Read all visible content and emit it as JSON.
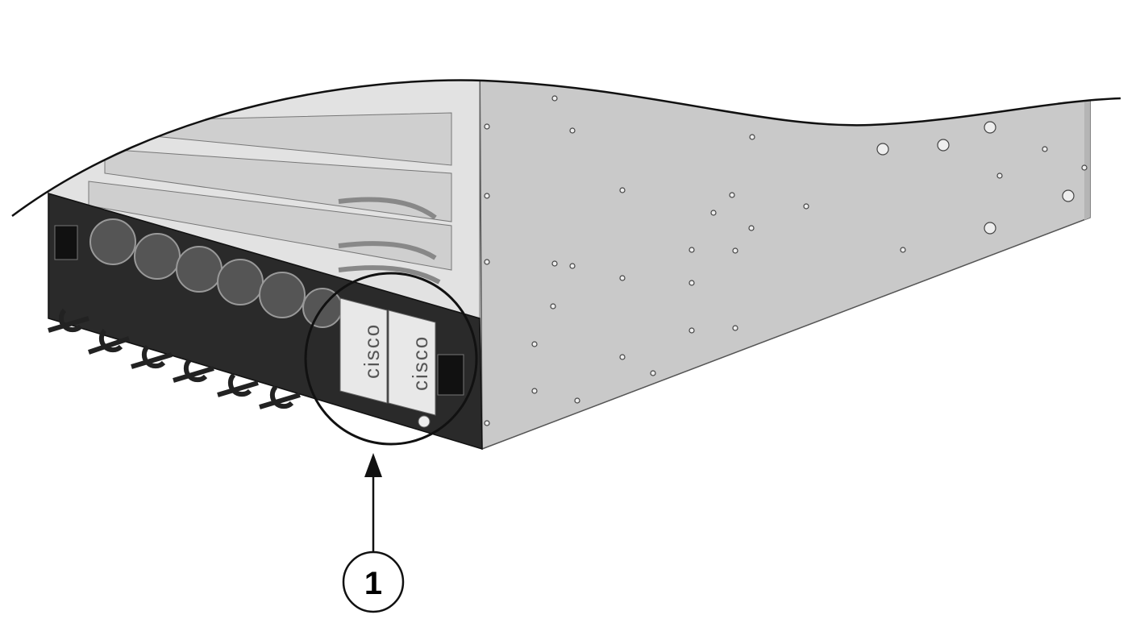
{
  "figure": {
    "callouts": [
      {
        "number": "1",
        "target": "power-supply-module-pair"
      }
    ],
    "psu_logo": "cisco",
    "colors": {
      "side_panel": "#c8c8c8",
      "front_dark": "#2a2a2a",
      "line_card": "#dcdcdc",
      "outline": "#111111"
    }
  }
}
